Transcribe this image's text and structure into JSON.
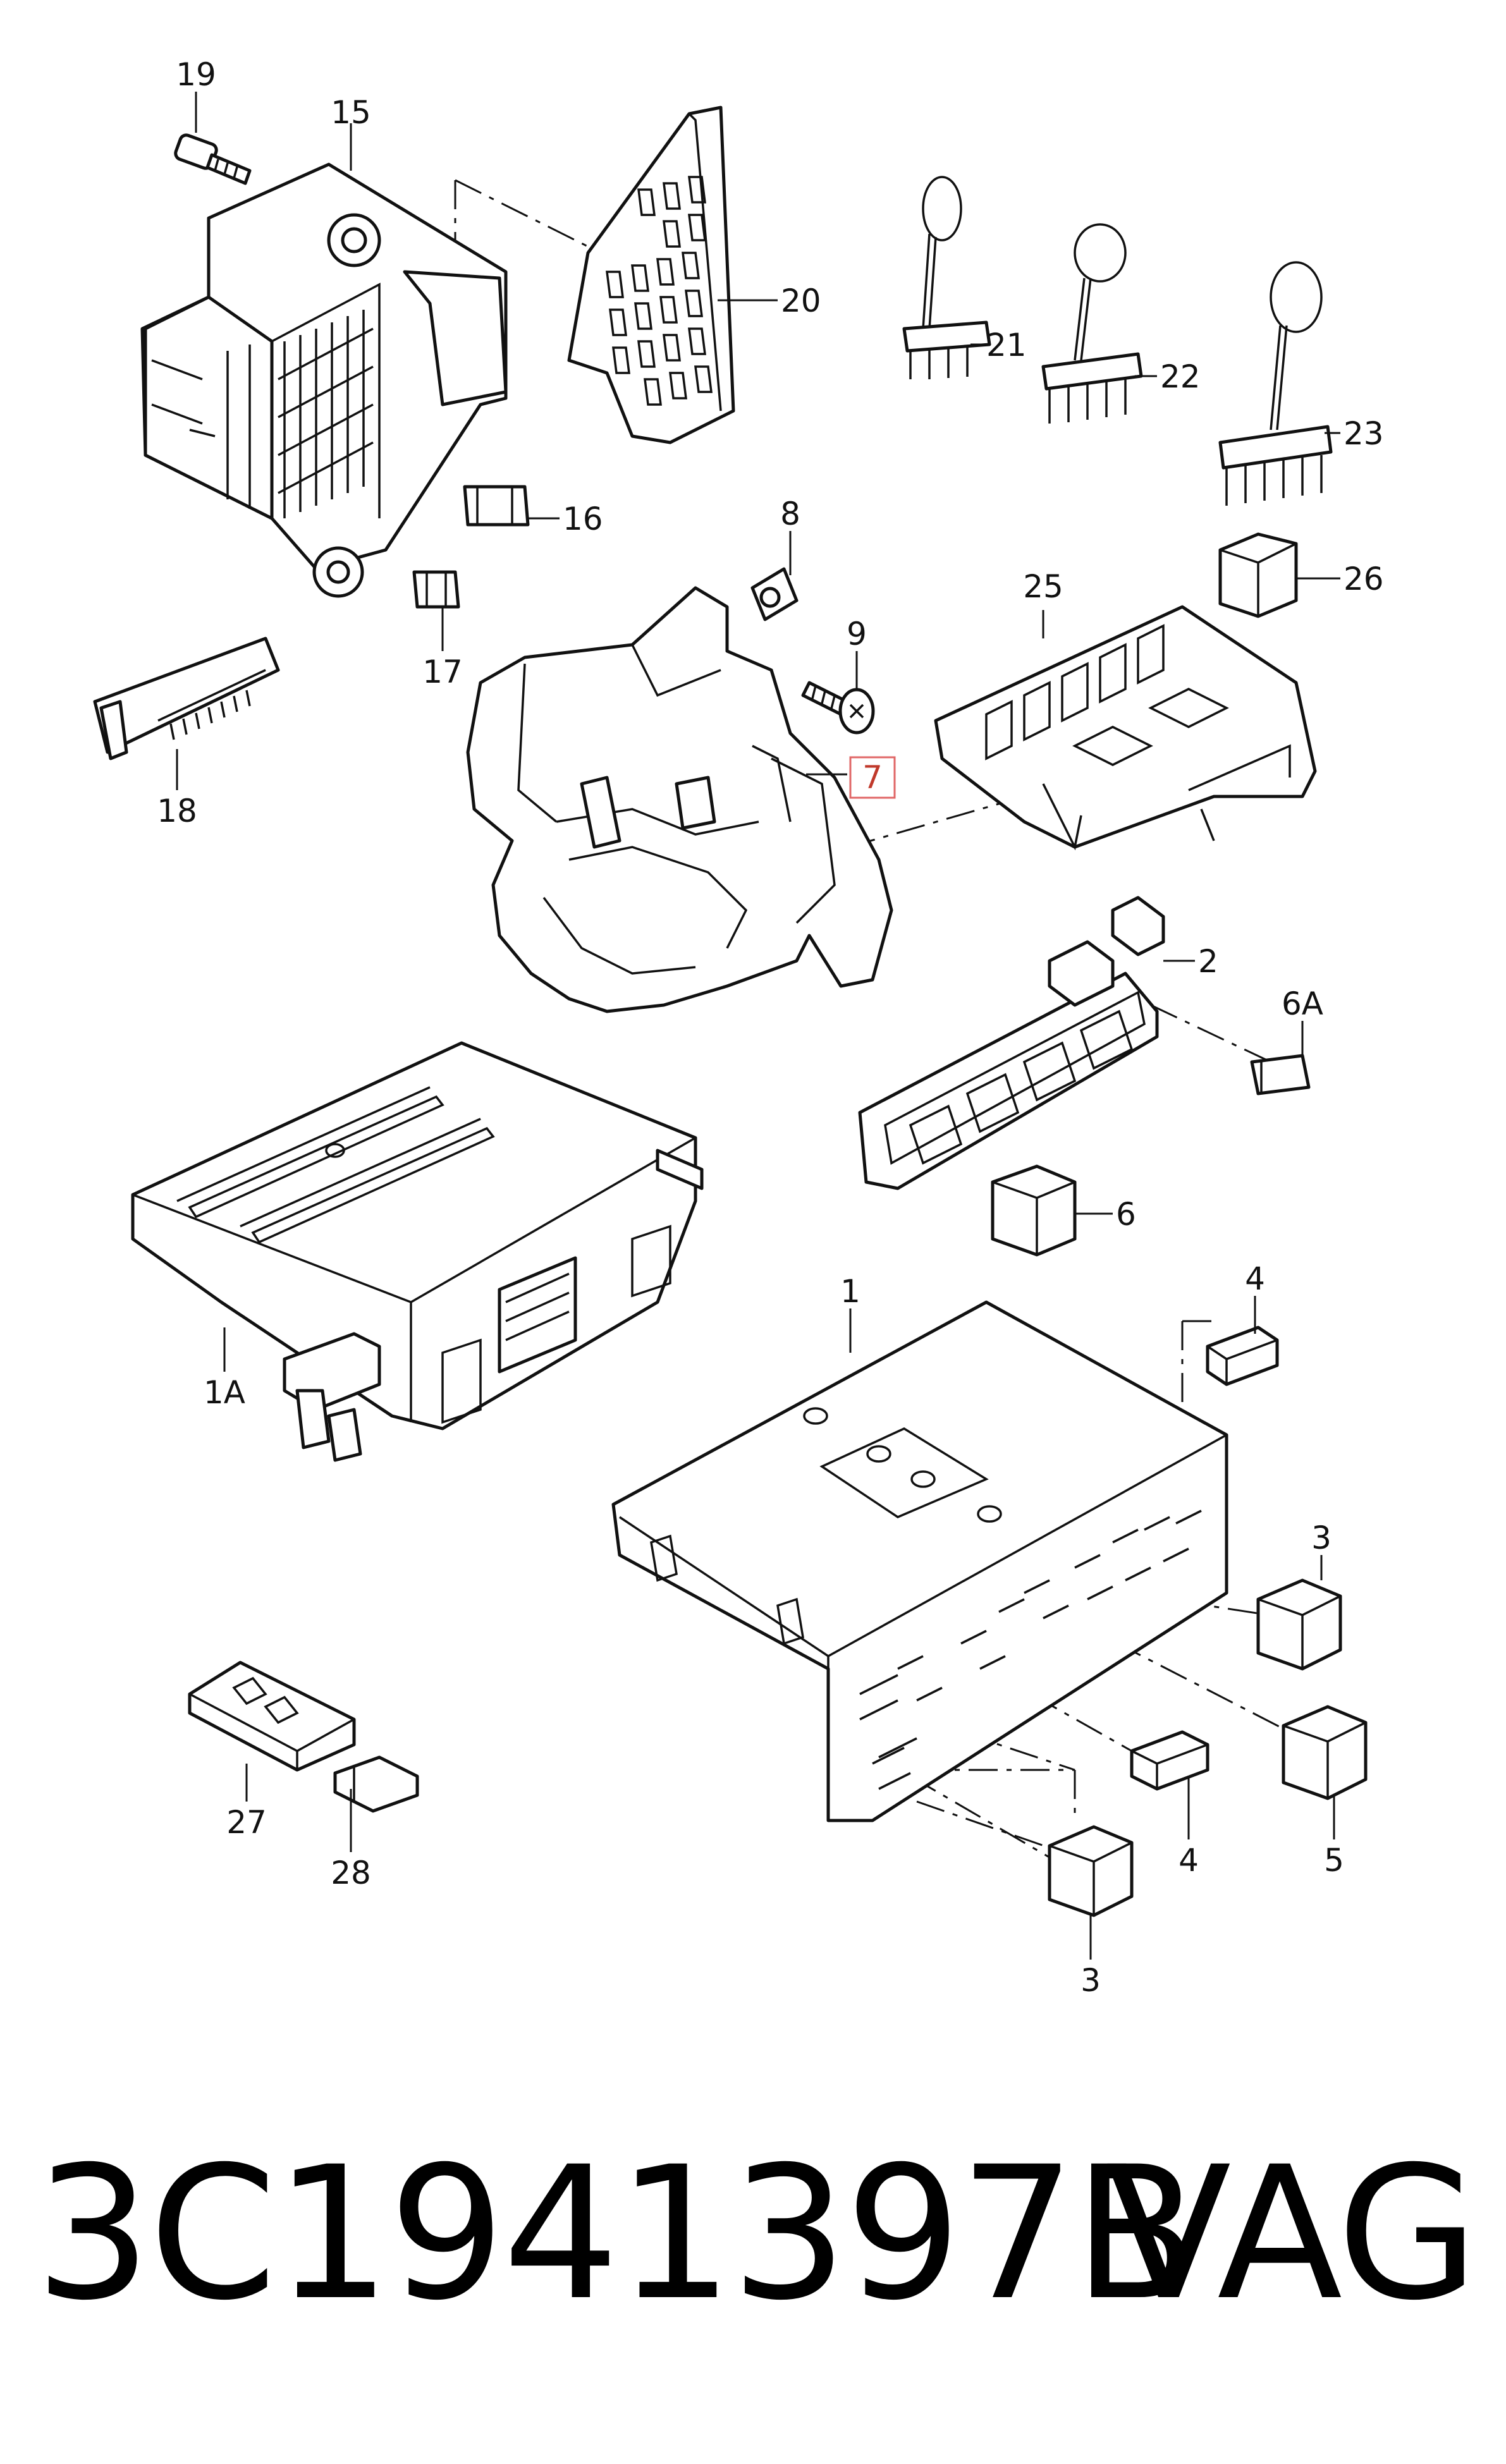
{
  "labels": {
    "p19": "19",
    "p15": "15",
    "p20": "20",
    "p21": "21",
    "p22": "22",
    "p23": "23",
    "p16": "16",
    "p8": "8",
    "p17": "17",
    "p9": "9",
    "p25": "25",
    "p26": "26",
    "p7": "7",
    "p18": "18",
    "p2": "2",
    "p6A": "6A",
    "p6": "6",
    "p4a": "4",
    "p1": "1",
    "p1A": "1A",
    "p3a": "3",
    "p27": "27",
    "p28": "28",
    "p4b": "4",
    "p5": "5",
    "p3b": "3"
  },
  "footer": {
    "part_number": "3C1941397B",
    "brand": "VAG"
  },
  "colors": {
    "highlight": "#e06666",
    "line": "#111111"
  }
}
